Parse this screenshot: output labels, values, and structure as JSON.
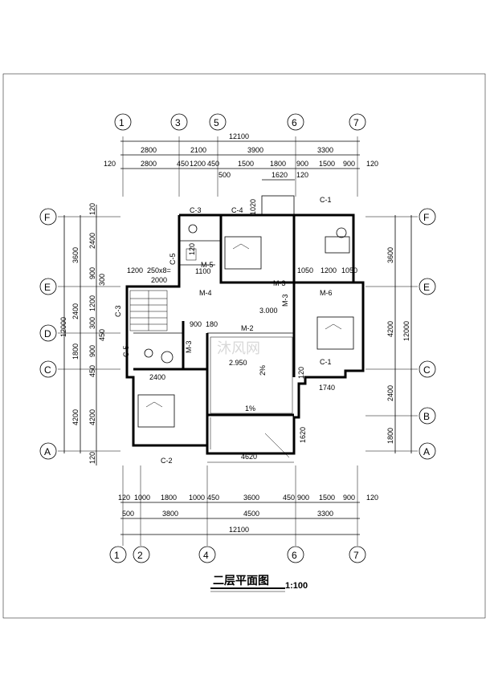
{
  "title": {
    "main": "二层平面图",
    "scale": "1:100"
  },
  "watermark": "沐风网",
  "axes": {
    "top": [
      "1",
      "3",
      "5",
      "6",
      "7"
    ],
    "bottom": [
      "1",
      "2",
      "4",
      "6",
      "7"
    ],
    "left": [
      "F",
      "E",
      "D",
      "C",
      "A"
    ],
    "right": [
      "F",
      "E",
      "C",
      "B",
      "A"
    ]
  },
  "dims": {
    "top_total": "12100",
    "top_row1": [
      "2800",
      "2100",
      "3900",
      "3300"
    ],
    "top_row2": [
      "120",
      "2800",
      "450",
      "1200",
      "450",
      "1500",
      "1800",
      "900",
      "1500",
      "900",
      "120"
    ],
    "top_row3": [
      "500",
      "1620",
      "120"
    ],
    "bottom_row1": [
      "120",
      "1000",
      "1800",
      "1000",
      "450",
      "3600",
      "450",
      "900",
      "1500",
      "900",
      "120"
    ],
    "bottom_row2": [
      "500",
      "3800",
      "4500",
      "3300"
    ],
    "bottom_total": "12100",
    "left_outer": [
      "3600",
      "2400",
      "1800",
      "4200"
    ],
    "left_total": "12000",
    "left_inner": [
      "120",
      "2400",
      "900",
      "300",
      "1200",
      "300",
      "450",
      "900",
      "450",
      "4200",
      "120"
    ],
    "right_outer": [
      "3600",
      "4200",
      "2400",
      "1800"
    ],
    "right_total": "12000"
  },
  "labels": {
    "c1_top": "C-1",
    "c1_bot": "C-1",
    "c2": "C-2",
    "c3_top": "C-3",
    "c3_left": "C-3",
    "c4": "C-4",
    "c5_a": "C-5",
    "c5_b": "C-5",
    "m2": "M-2",
    "m3_a": "M-3",
    "m3_b": "M-3",
    "m3_c": "M-3",
    "m4": "M-4",
    "m5": "M-5",
    "m6": "M-6",
    "elev1": "3.000",
    "elev2": "2.950",
    "slope1": "2%",
    "slope2": "1%",
    "d1200": "1200",
    "d250": "250x8=",
    "d2000": "2000",
    "d1100": "1100",
    "d1050a": "1050",
    "d1200b": "1200",
    "d1050b": "1050",
    "d120a": "120",
    "d1020": "1020",
    "d900": "900",
    "d180": "180",
    "d2400": "2400",
    "d1740": "1740",
    "d120b": "120",
    "d1620": "1620",
    "d4620": "4620"
  }
}
